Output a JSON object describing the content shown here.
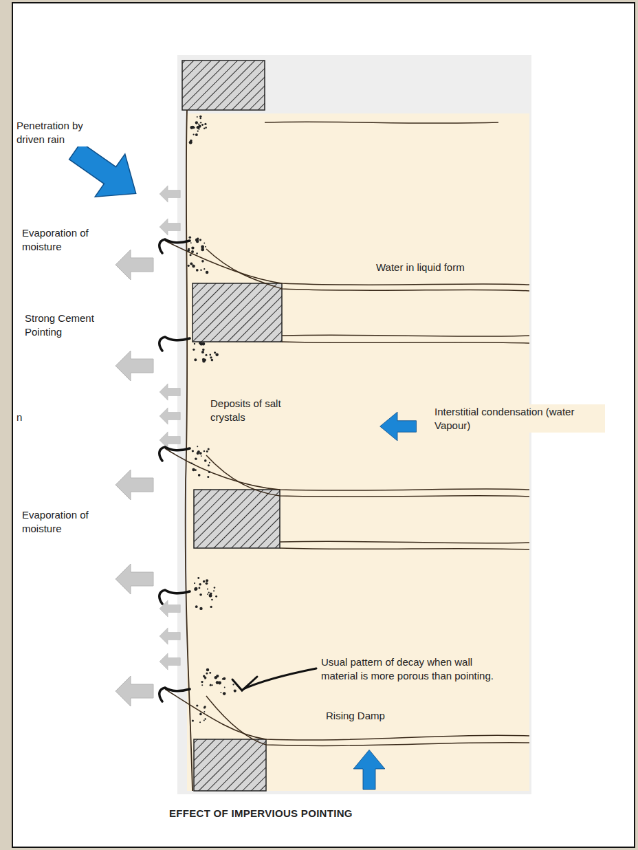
{
  "diagram": {
    "title": "EFFECT OF IMPERVIOUS POINTING",
    "labels": [
      "Penetration by driven rain",
      "Evaporation of moisture",
      "Water in liquid form",
      "Strong Cement Pointing",
      "n",
      "Deposits of salt crystals",
      "Interstitial condensation (water Vapour)",
      "Evaporation of moisture",
      "Usual pattern of decay when wall material is more porous than pointing.",
      "Rising Damp"
    ]
  }
}
